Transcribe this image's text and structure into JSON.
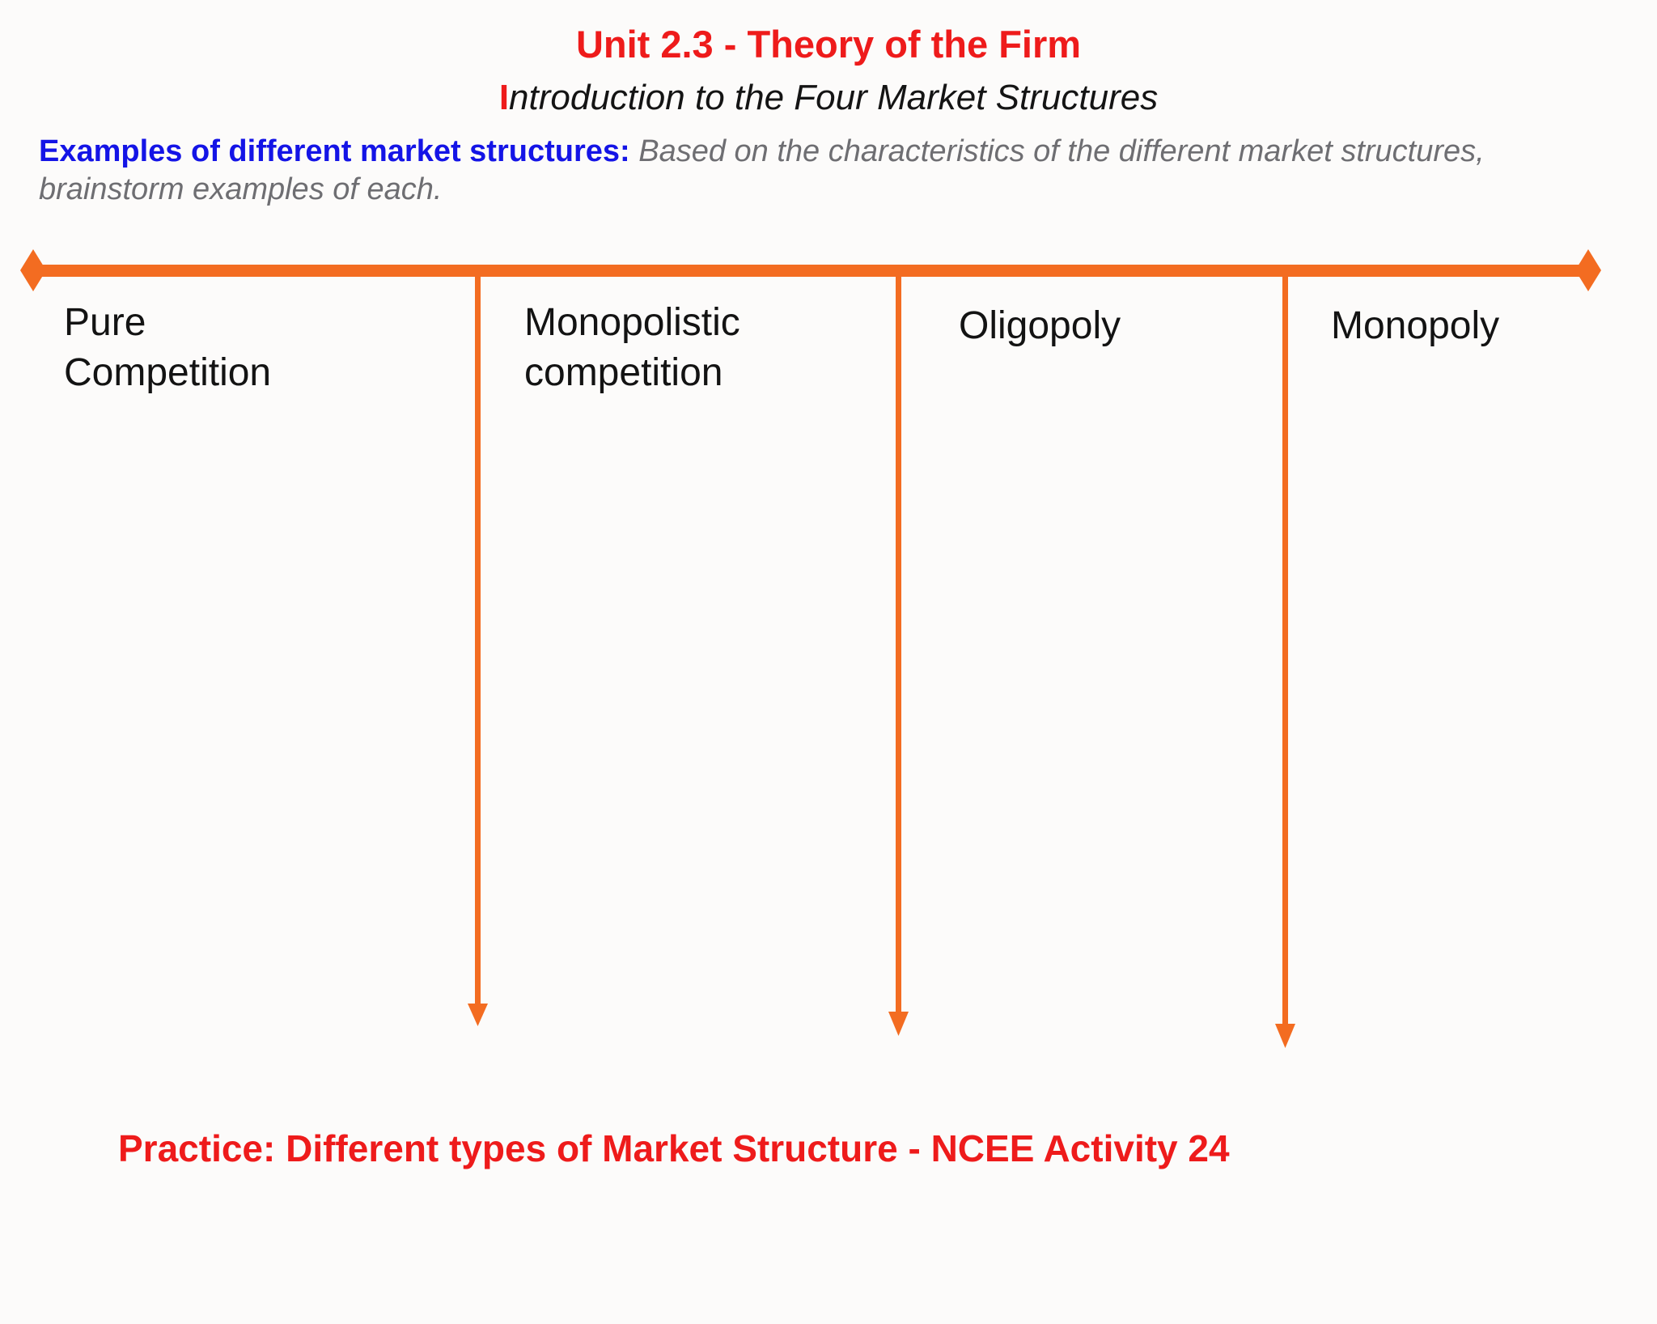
{
  "page": {
    "title": "Unit 2.3 - Theory of the Firm",
    "subtitle_initial": "I",
    "subtitle_rest": "ntroduction to the Four Market Structures",
    "instructions": {
      "label": "Examples of different market structures:",
      "text_line1": "Based on the characteristics of the different market structures,",
      "text_line2": "brainstorm examples of each."
    },
    "columns": [
      {
        "label": "Pure Competition"
      },
      {
        "label": "Monopolistic competition"
      },
      {
        "label": "Oligopoly"
      },
      {
        "label": "Monopoly"
      }
    ],
    "practice": "Practice: Different types of Market Structure - NCEE Activity 24",
    "colors": {
      "accent_orange": "#F36C21",
      "title_red": "#EE1B1B",
      "label_blue": "#1414E6",
      "body_gray": "#6E6E72",
      "text_black": "#131313"
    }
  }
}
